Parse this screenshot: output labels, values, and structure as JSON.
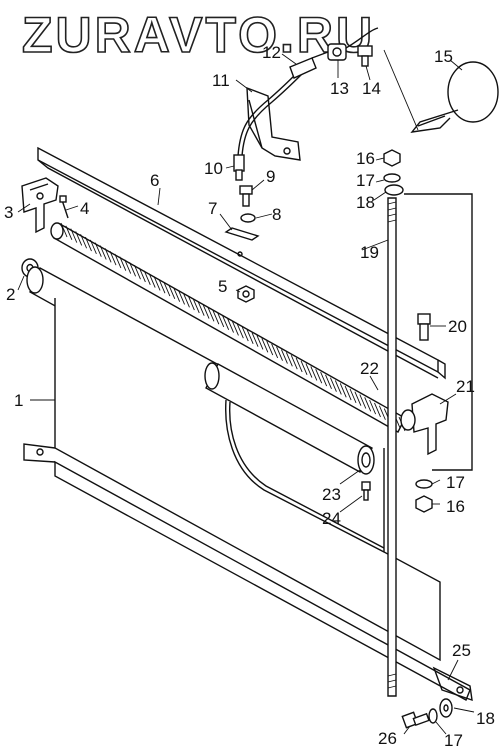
{
  "watermark": "ZURAVTO.RU",
  "callouts": [
    {
      "id": "c1",
      "text": "1"
    },
    {
      "id": "c2",
      "text": "2"
    },
    {
      "id": "c3",
      "text": "3"
    },
    {
      "id": "c4",
      "text": "4"
    },
    {
      "id": "c5",
      "text": "5"
    },
    {
      "id": "c6",
      "text": "6"
    },
    {
      "id": "c7",
      "text": "7"
    },
    {
      "id": "c8",
      "text": "8"
    },
    {
      "id": "c9",
      "text": "9"
    },
    {
      "id": "c10",
      "text": "10"
    },
    {
      "id": "c11",
      "text": "11"
    },
    {
      "id": "c12",
      "text": "12"
    },
    {
      "id": "c13",
      "text": "13"
    },
    {
      "id": "c14",
      "text": "14"
    },
    {
      "id": "c15",
      "text": "15"
    },
    {
      "id": "c16a",
      "text": "16"
    },
    {
      "id": "c17a",
      "text": "17"
    },
    {
      "id": "c18a",
      "text": "18"
    },
    {
      "id": "c19",
      "text": "19"
    },
    {
      "id": "c20",
      "text": "20"
    },
    {
      "id": "c21",
      "text": "21"
    },
    {
      "id": "c22",
      "text": "22"
    },
    {
      "id": "c23",
      "text": "23"
    },
    {
      "id": "c24",
      "text": "24"
    },
    {
      "id": "c17b",
      "text": "17"
    },
    {
      "id": "c16b",
      "text": "16"
    },
    {
      "id": "c25",
      "text": "25"
    },
    {
      "id": "c18b",
      "text": "18"
    },
    {
      "id": "c26",
      "text": "26"
    },
    {
      "id": "c17c",
      "text": "17"
    }
  ]
}
